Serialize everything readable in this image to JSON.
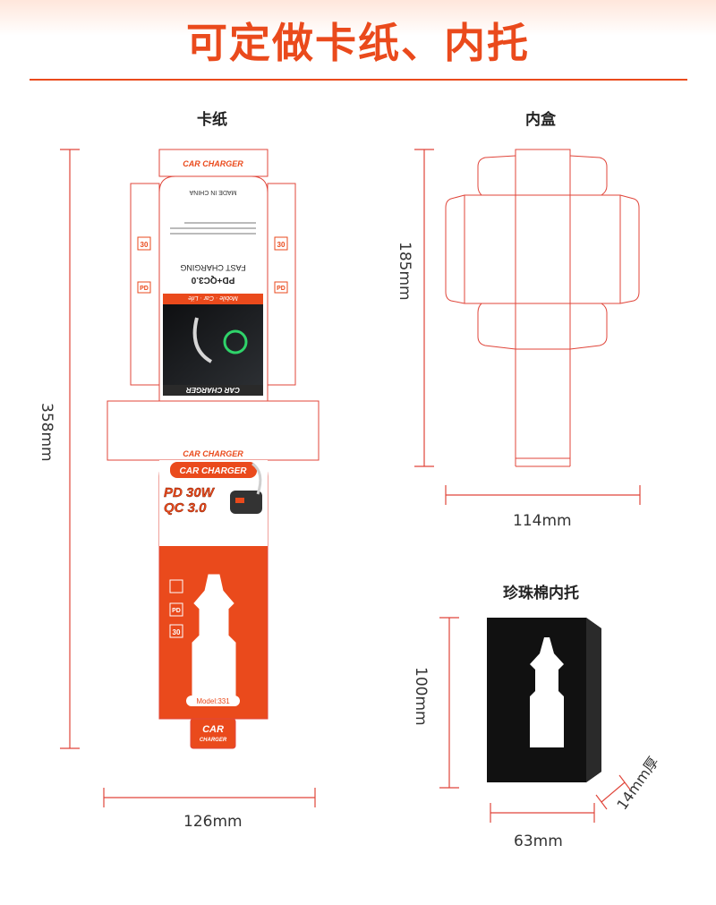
{
  "heading": "可定做卡纸、内托",
  "sections": {
    "card": {
      "label": "卡纸",
      "height": "358mm",
      "width": "126mm"
    },
    "inner_box": {
      "label": "内盒",
      "height": "185mm",
      "width": "114mm"
    },
    "foam": {
      "label": "珍珠棉内托",
      "height": "100mm",
      "width": "63mm",
      "thickness": "14mm",
      "thickness_suffix": "厚"
    }
  },
  "artwork": {
    "brand_text": "CAR CHARGER",
    "badge_line1": "PD 30W",
    "badge_line2": "QC 3.0",
    "model": "Model:331",
    "fast_charging": "FAST CHARGING",
    "pd_qc": "PD+QC3.0",
    "tagline": "Mobile · Car · Life",
    "made_in": "MADE IN CHINA",
    "icon_pd": "PD",
    "icon_30": "30",
    "car_line1": "CAR",
    "car_line2": "CHARGER"
  },
  "colors": {
    "accent": "#ea4a1c",
    "dieline": "#e0453a",
    "foam": "#111111"
  }
}
